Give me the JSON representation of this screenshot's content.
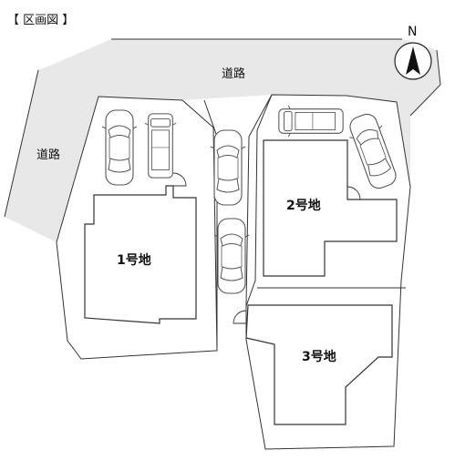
{
  "title": "【 区画図 】",
  "compass": {
    "label": "N"
  },
  "roads": {
    "north": "道路",
    "west": "道路"
  },
  "lots": [
    {
      "id": "lot-1",
      "label": "1号地"
    },
    {
      "id": "lot-2",
      "label": "2号地"
    },
    {
      "id": "lot-3",
      "label": "3号地"
    }
  ],
  "colors": {
    "road": "#e8e8e8",
    "line": "#333333",
    "car": "#555555"
  },
  "icons": [
    "north-arrow-icon",
    "car-icon",
    "door-icon"
  ]
}
